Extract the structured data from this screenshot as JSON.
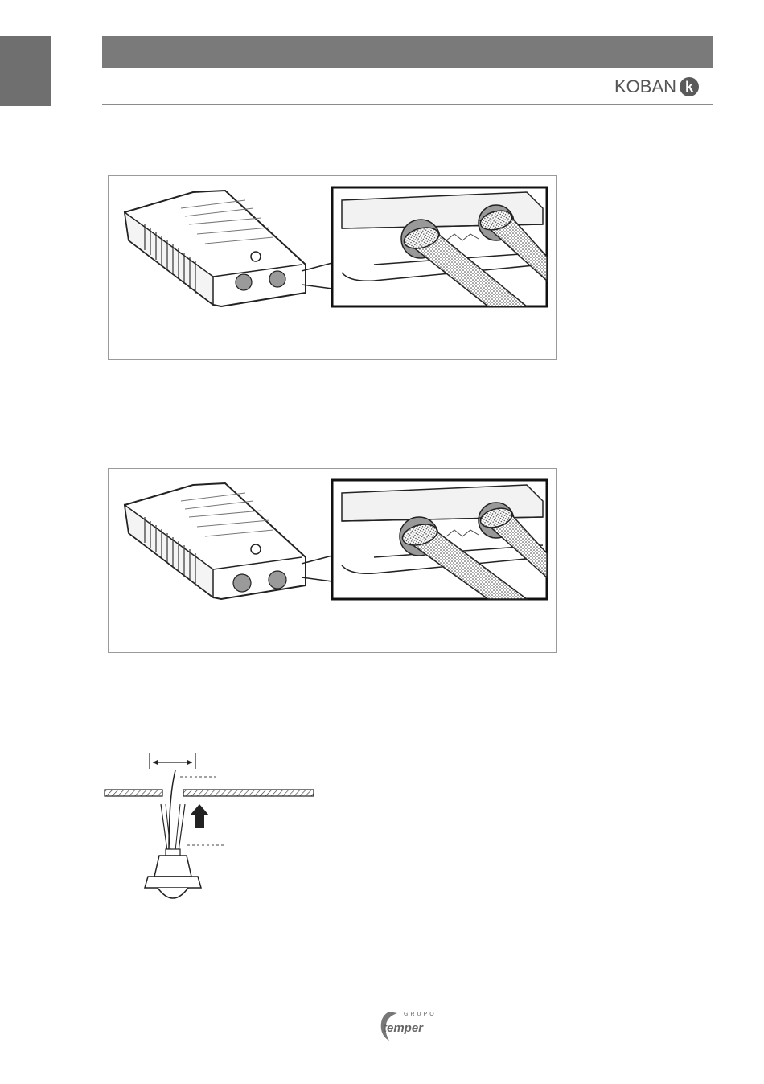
{
  "header": {
    "brand_text": "KOBAN",
    "brand_mark": "k",
    "brand_color": "#555555",
    "bar_color": "#7a7a7a"
  },
  "figures": [
    {
      "name": "connector-detail-1",
      "state": "cable-inserted"
    },
    {
      "name": "connector-detail-2",
      "state": "cable-secured"
    }
  ],
  "ceiling_diagram": {
    "icon": "arrow-up-icon"
  },
  "footer": {
    "logo_top": "GRUPO",
    "logo_main": "temper"
  }
}
